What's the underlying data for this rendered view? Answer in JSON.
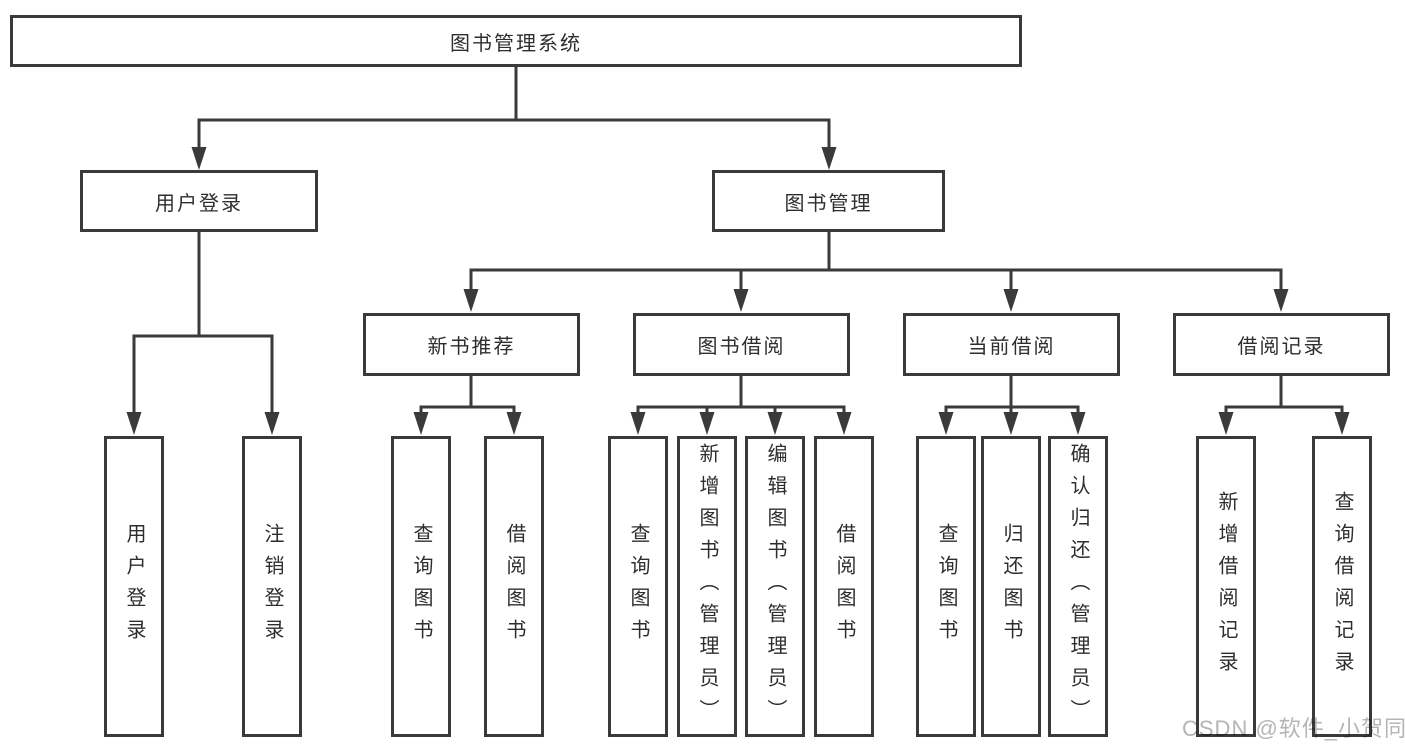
{
  "diagram": {
    "root": {
      "label": "图书管理系统"
    },
    "level2": [
      {
        "label": "用户登录"
      },
      {
        "label": "图书管理"
      }
    ],
    "level3": [
      {
        "label": "新书推荐"
      },
      {
        "label": "图书借阅"
      },
      {
        "label": "当前借阅"
      },
      {
        "label": "借阅记录"
      }
    ],
    "leaves": {
      "user_login": [
        {
          "label": "用户登录"
        },
        {
          "label": "注销登录"
        }
      ],
      "new_book_recommend": [
        {
          "label": "查询图书"
        },
        {
          "label": "借阅图书"
        }
      ],
      "book_borrowing": [
        {
          "label": "查询图书"
        },
        {
          "label": "新增图书（管理员）"
        },
        {
          "label": "编辑图书（管理员）"
        },
        {
          "label": "借阅图书"
        }
      ],
      "current_borrowing": [
        {
          "label": "查询图书"
        },
        {
          "label": "归还图书"
        },
        {
          "label": "确认归还（管理员）"
        }
      ],
      "borrowing_records": [
        {
          "label": "新增借阅记录"
        },
        {
          "label": "查询借阅记录"
        }
      ]
    },
    "watermark": "CSDN @软件_小贺同学",
    "colors": {
      "line": "#3a3a3a",
      "box_border": "#3a3a3a",
      "text": "#2e2e2e",
      "watermark": "#b5b5b5",
      "background": "#ffffff"
    }
  }
}
